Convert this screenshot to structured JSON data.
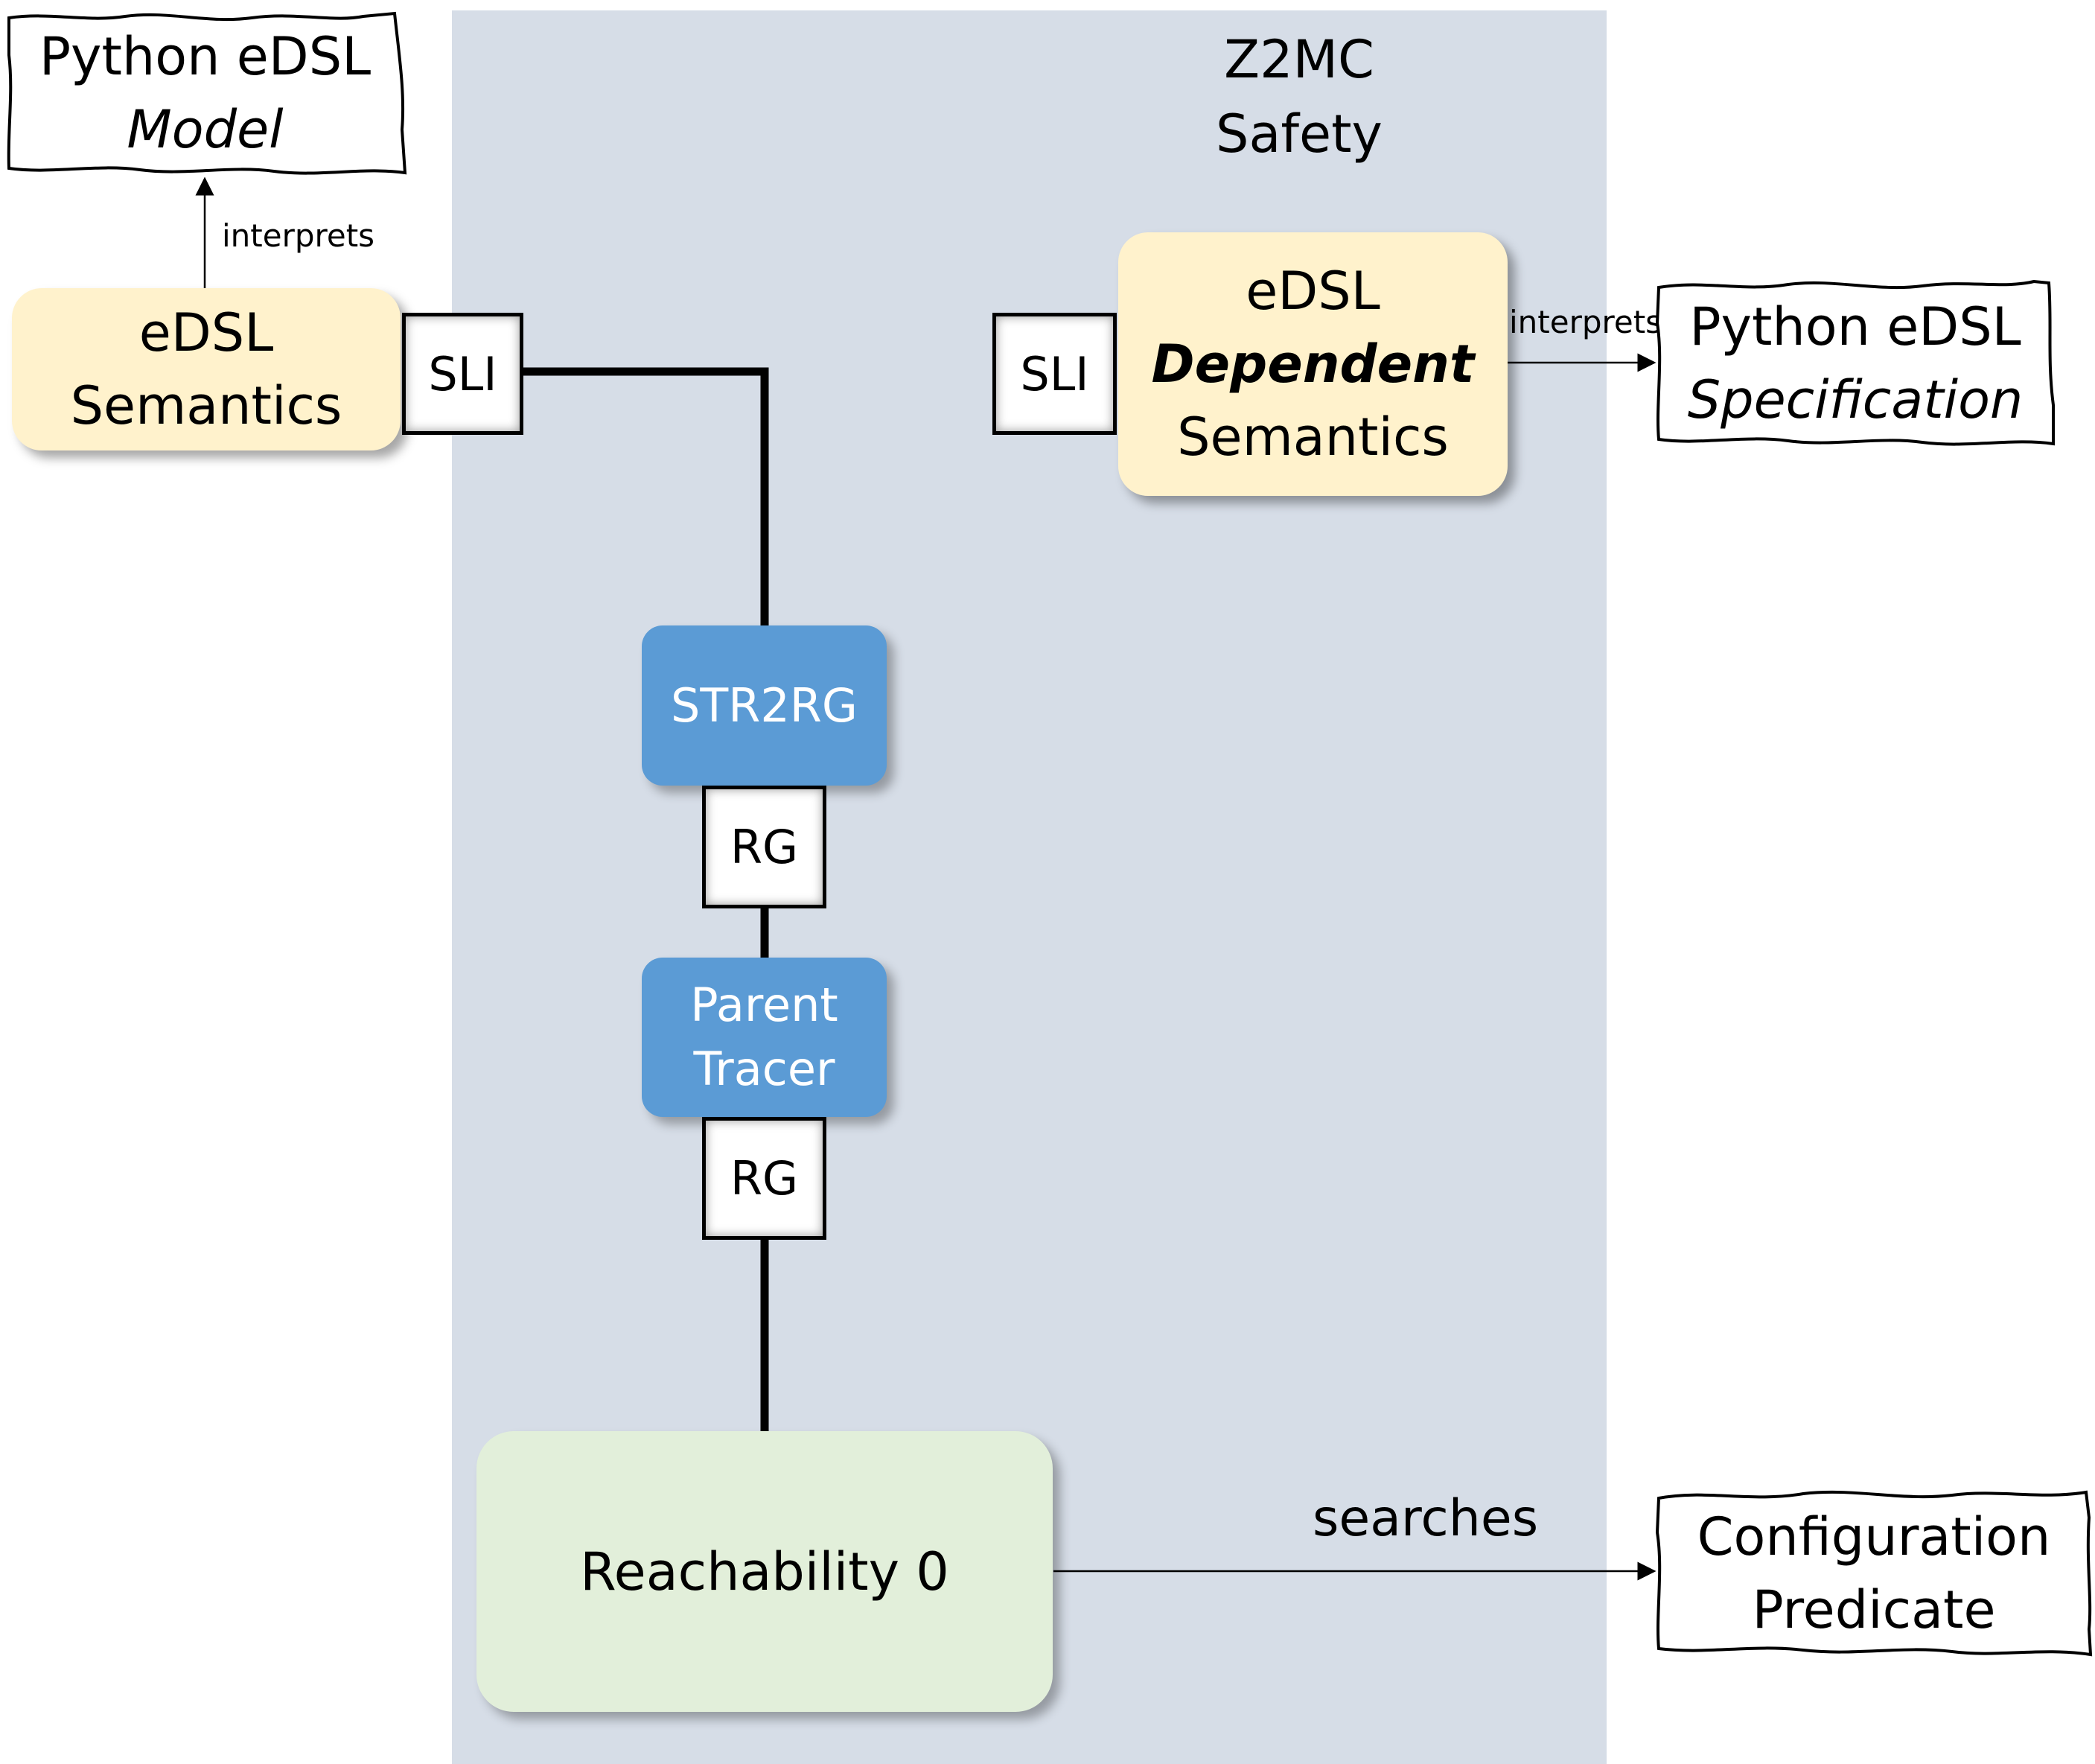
{
  "panel": {
    "title_line1": "Z2MC",
    "title_line2": "Safety"
  },
  "model_doc": {
    "line1": "Python eDSL",
    "line2": "Model"
  },
  "spec_doc": {
    "line1": "Python eDSL",
    "line2": "Specification"
  },
  "config_doc": {
    "line1": "Configuration",
    "line2": "Predicate"
  },
  "edsl_semantics": {
    "line1": "eDSL",
    "line2": "Semantics"
  },
  "edsl_dependent": {
    "line1": "eDSL",
    "line2": "Dependent",
    "line3": "Semantics"
  },
  "ports": {
    "sli_left": "SLI",
    "sli_right": "SLI",
    "rg_top": "RG",
    "rg_bottom": "RG"
  },
  "modules": {
    "str2rg": "STR2RG",
    "parent_line1": "Parent",
    "parent_line2": "Tracer",
    "reach": "Reachability 0"
  },
  "edges": {
    "interprets_left": "interprets",
    "interprets_right": "interprets",
    "searches": "searches"
  },
  "colors": {
    "panel": "#d6dde7",
    "edsl_fill": "#fff2cc",
    "module_fill": "#5b9bd5",
    "reach_fill": "#e2efda"
  }
}
